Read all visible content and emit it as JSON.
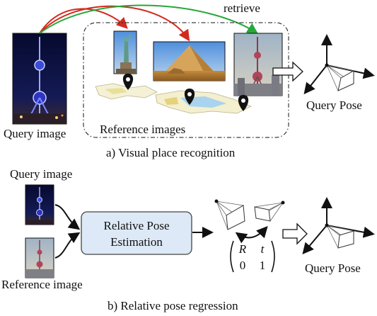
{
  "panel_a": {
    "query_image_label": "Query image",
    "retrieve_label": "retrieve",
    "reference_images_label": "Reference images",
    "query_pose_label": "Query Pose",
    "caption": "a) Visual place recognition"
  },
  "panel_b": {
    "query_image_label": "Query image",
    "reference_image_label": "Reference image",
    "estimation_box_line1": "Relative Pose",
    "estimation_box_line2": "Estimation",
    "matrix": {
      "r11": "R",
      "r12": "t",
      "r21": "0",
      "r22": "1"
    },
    "query_pose_label": "Query Pose",
    "caption": "b) Relative pose regression"
  },
  "colors": {
    "retrieve_red": "#d42a1e",
    "retrieve_green": "#27a83a",
    "box_fill": "#dde9f6",
    "box_stroke": "#444444",
    "night_sky": "#0b0f3a",
    "tower_glow": "#6c7dff"
  }
}
